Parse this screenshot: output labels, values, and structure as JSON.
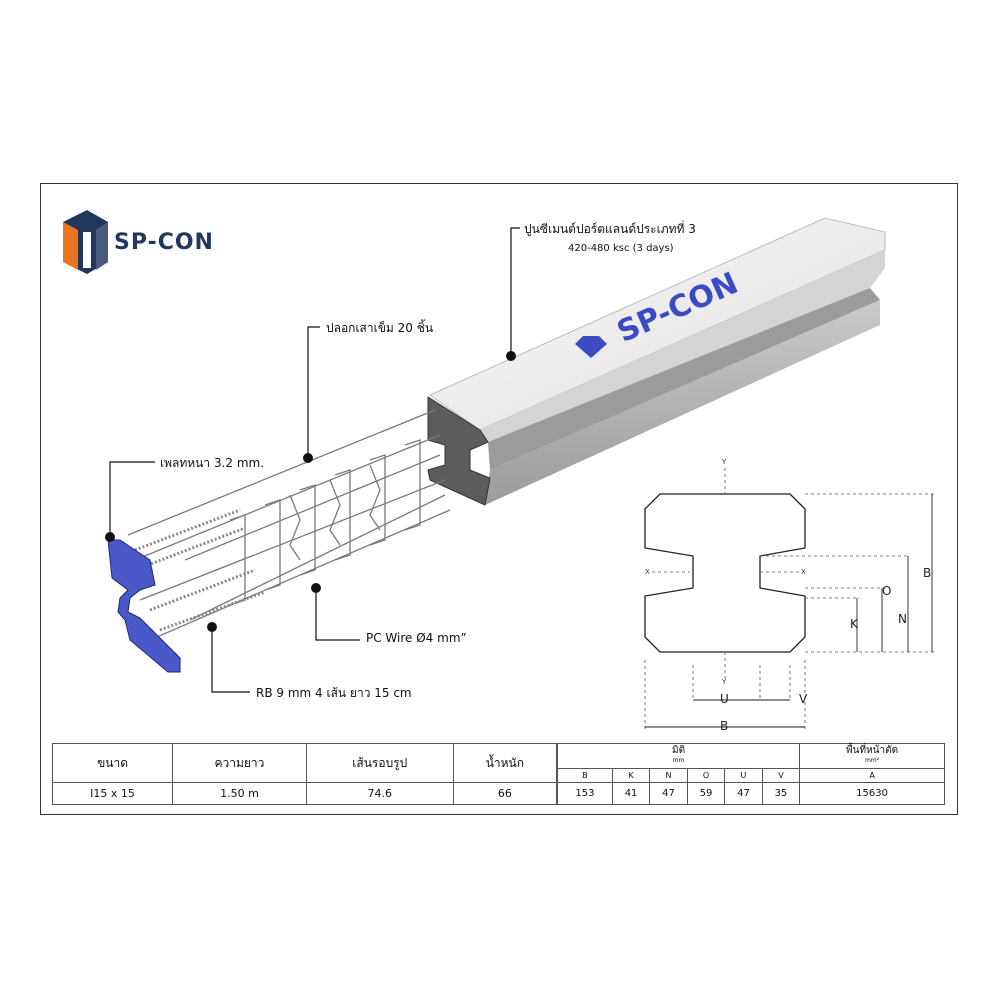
{
  "brand": {
    "name": "SP-CON",
    "product_mark": "SP-CON"
  },
  "callouts": {
    "cement": "ปูนซีเมนต์ปอร์ตแลนด์ประเภทที่ 3",
    "cement_strength": "420-480 ksc (3 days)",
    "sleeve": "ปลอกเสาเข็ม 20 ชิ้น",
    "plate": "เพลทหนา 3.2 mm.",
    "pc_wire": "PC Wire Ø4 mm”",
    "rebar": "RB 9 mm 4 เส้น ยาว 15 cm"
  },
  "section": {
    "axis_y": "Y",
    "axis_x": "X",
    "labels": {
      "B": "B",
      "O": "O",
      "N": "N",
      "K": "K",
      "U": "U",
      "V": "V"
    }
  },
  "table_left": {
    "headers": [
      "ขนาด",
      "ความยาว",
      "เส้นรอบรูป",
      "น้ำหนัก"
    ],
    "values": [
      "I15 x 15",
      "1.50 m",
      "74.6",
      "66"
    ]
  },
  "table_right": {
    "group_title": "มิติ",
    "group_unit": "mm",
    "area_title": "พื้นที่หน้าตัด",
    "area_unit": "mm²",
    "headers": [
      "B",
      "K",
      "N",
      "O",
      "U",
      "V",
      "A"
    ],
    "values": [
      "153",
      "41",
      "47",
      "59",
      "47",
      "35",
      "15630"
    ]
  },
  "colors": {
    "brand_navy": "#22375e",
    "brand_orange": "#e8761e",
    "plate_blue": "#4a58c8",
    "product_mark_blue": "#3b4bc4"
  }
}
